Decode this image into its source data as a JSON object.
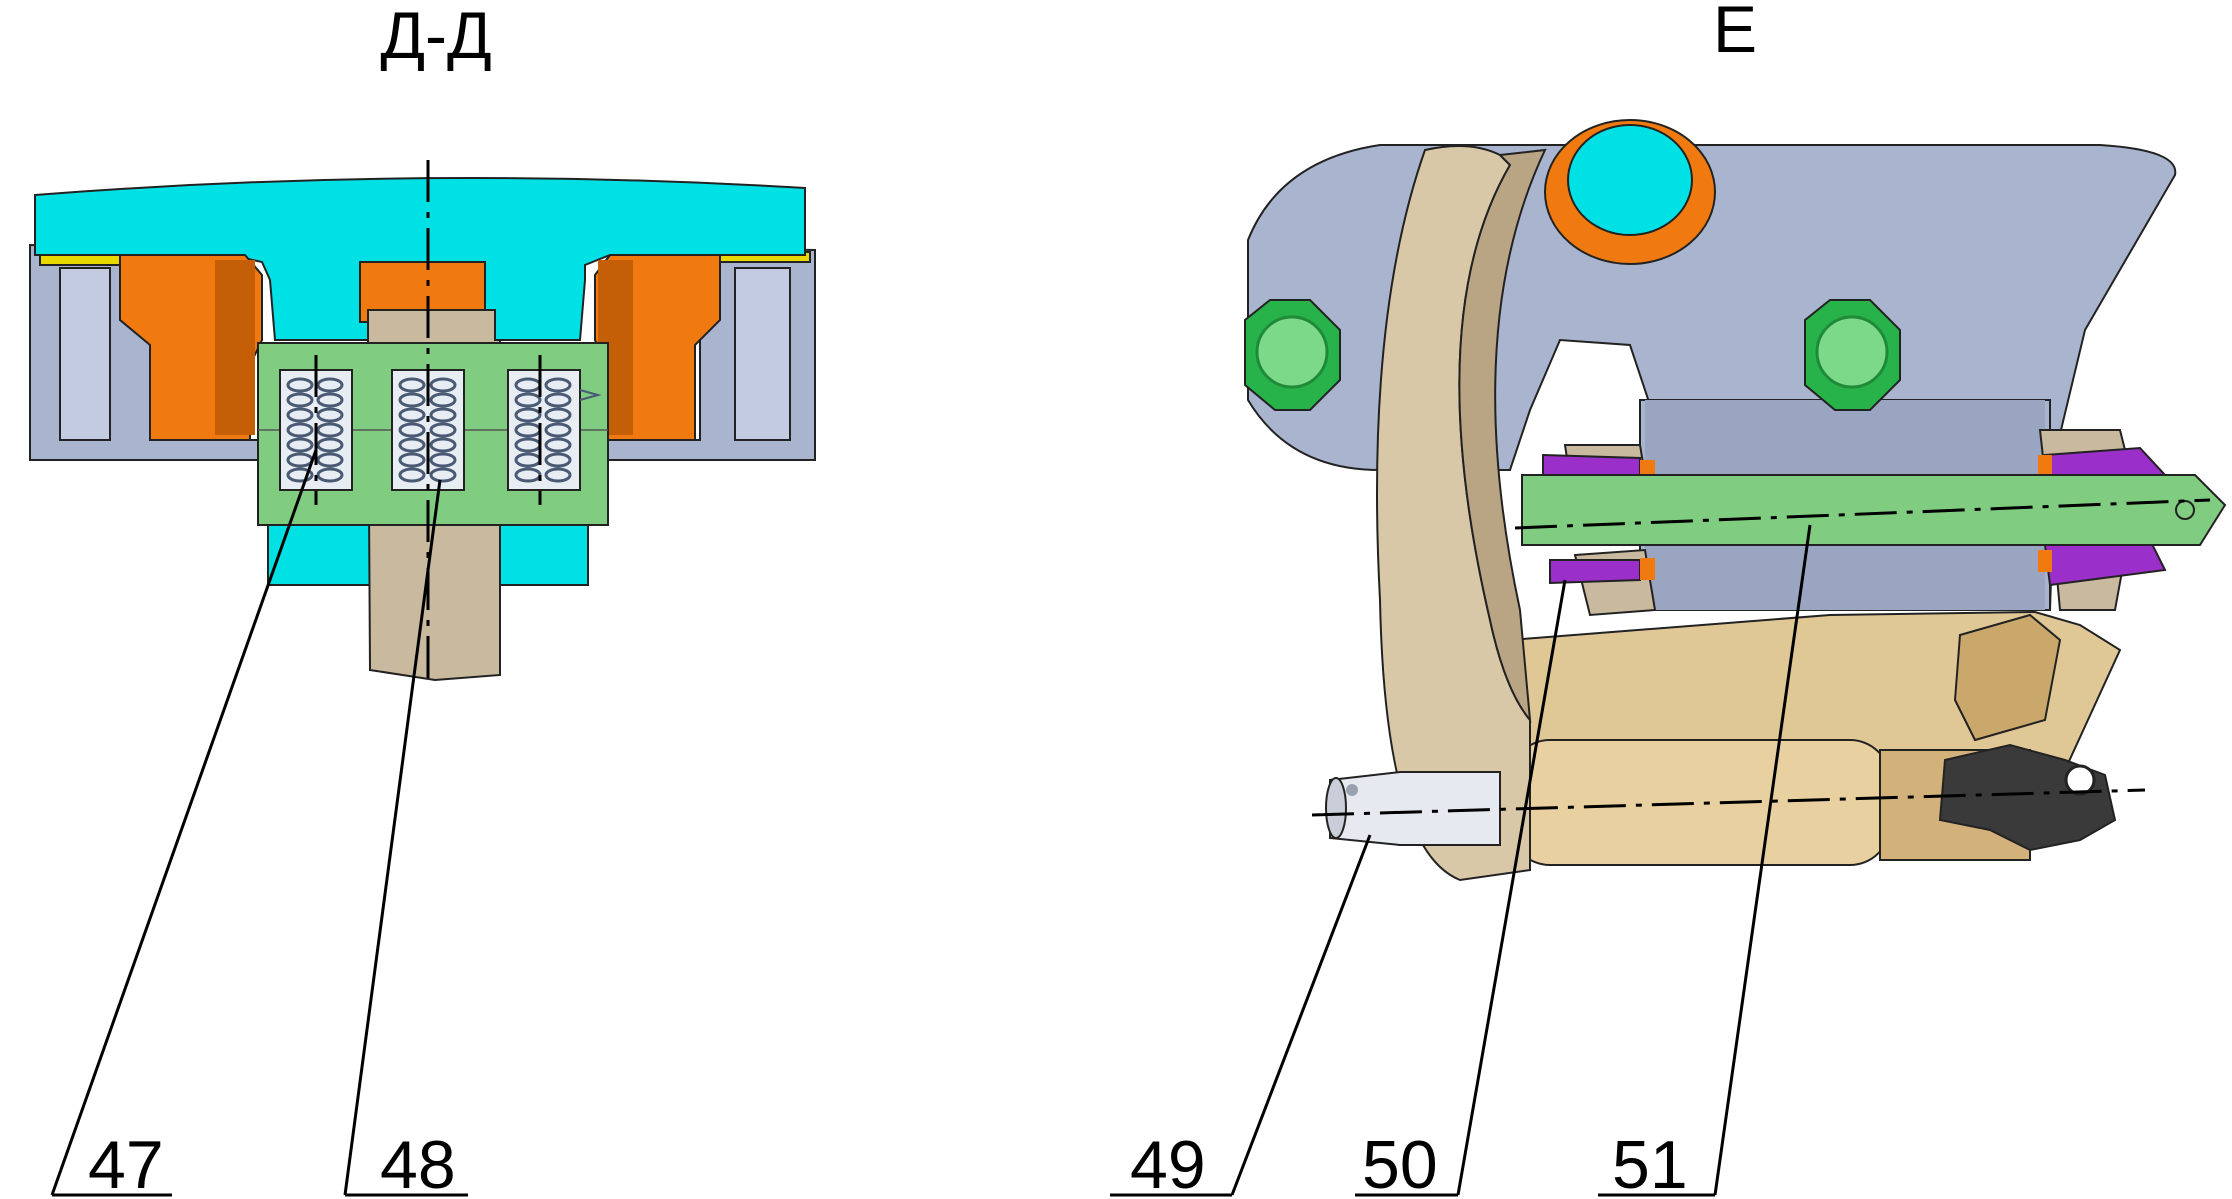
{
  "views": {
    "section": {
      "title": "Д-Д"
    },
    "detail": {
      "title": "Е"
    }
  },
  "callouts": [
    {
      "label": "47"
    },
    {
      "label": "48"
    },
    {
      "label": "49"
    },
    {
      "label": "50"
    },
    {
      "label": "51"
    }
  ],
  "colors": {
    "cyan_part": "#00e1e6",
    "orange_part": "#f07a10",
    "steel_gray": "#a9b4cf",
    "green_part": "#80cc80",
    "bronze_part": "#c9b99e",
    "gold_part": "#e0c796",
    "purple_part": "#9a2fc9",
    "yellow_strip": "#e8d800"
  }
}
